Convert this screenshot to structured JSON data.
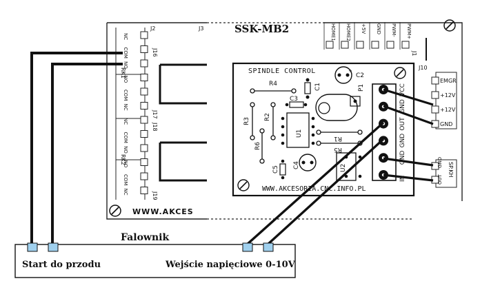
{
  "board": {
    "title": "SSK-MB2",
    "connectors": {
      "j2": "J2",
      "j3": "J3",
      "j10": "J10",
      "j16": "J16",
      "j17": "J17",
      "j18": "J18",
      "j19": "J19",
      "j1": "J1"
    },
    "relay_labels": {
      "rk1": "RK1",
      "rk2": "RK2"
    },
    "relay_contacts": [
      "NC",
      "COM",
      "NO",
      "NO",
      "COM",
      "NC",
      "NC",
      "COM",
      "NO",
      "NO",
      "COM",
      "NC"
    ],
    "top_header_pins": [
      "HOME1",
      "HOME2",
      "+5V",
      "GND",
      "PWM-",
      "PWM+"
    ],
    "j10_pins": [
      "EMGR",
      "+12V",
      "+12V",
      "GND"
    ],
    "output_pins": [
      "OUT",
      "GND"
    ],
    "sp_label": "SP.KH",
    "logo_partial": "WWW.AKCES"
  },
  "module": {
    "title": "SPINDLE CONTROL",
    "url": "WWW.AKCESORIA.CNC.INFO.PL",
    "components": [
      "R4",
      "C1",
      "C2",
      "P1",
      "C3",
      "R3",
      "R2",
      "U1",
      "R6",
      "R1",
      "R5",
      "C5",
      "C4",
      "U2"
    ],
    "pins": [
      "VCC",
      "GND",
      "OUT",
      "GND",
      "GND",
      "IN"
    ]
  },
  "inverter": {
    "title": "Falownik",
    "label_left": "Start do przodu",
    "label_right": "Wejście napięciowe 0-10V"
  },
  "colors": {
    "wire": "#111111",
    "terminal": "#9fd0ee",
    "board_line": "#222222"
  }
}
